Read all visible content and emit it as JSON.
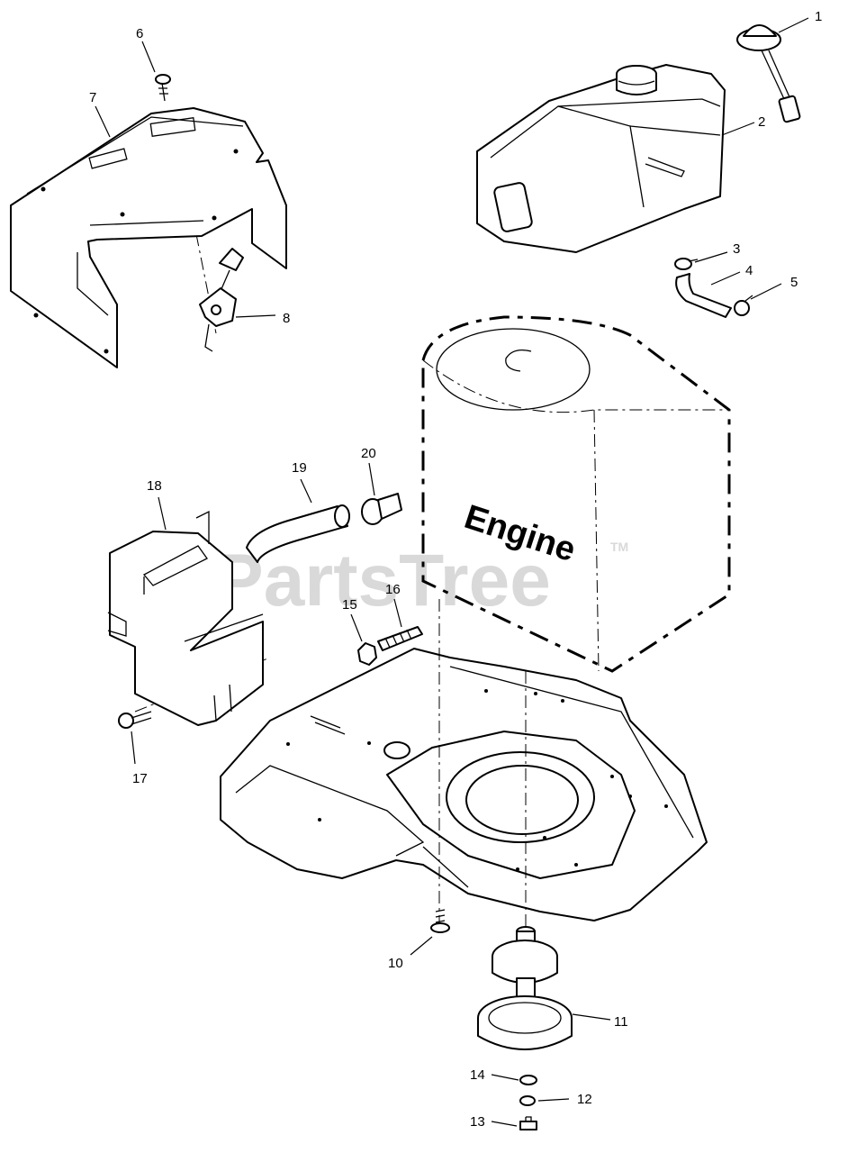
{
  "engine_label": "Engine",
  "watermark": {
    "brand": "PartsTree",
    "trademark": "TM"
  },
  "callouts": {
    "c1": "1",
    "c2": "2",
    "c3": "3",
    "c4": "4",
    "c5": "5",
    "c6": "6",
    "c7": "7",
    "c8": "8",
    "c10": "10",
    "c11": "11",
    "c12": "12",
    "c13": "13",
    "c14": "14",
    "c15": "15",
    "c16": "16",
    "c17": "17",
    "c18": "18",
    "c19": "19",
    "c20": "20"
  }
}
